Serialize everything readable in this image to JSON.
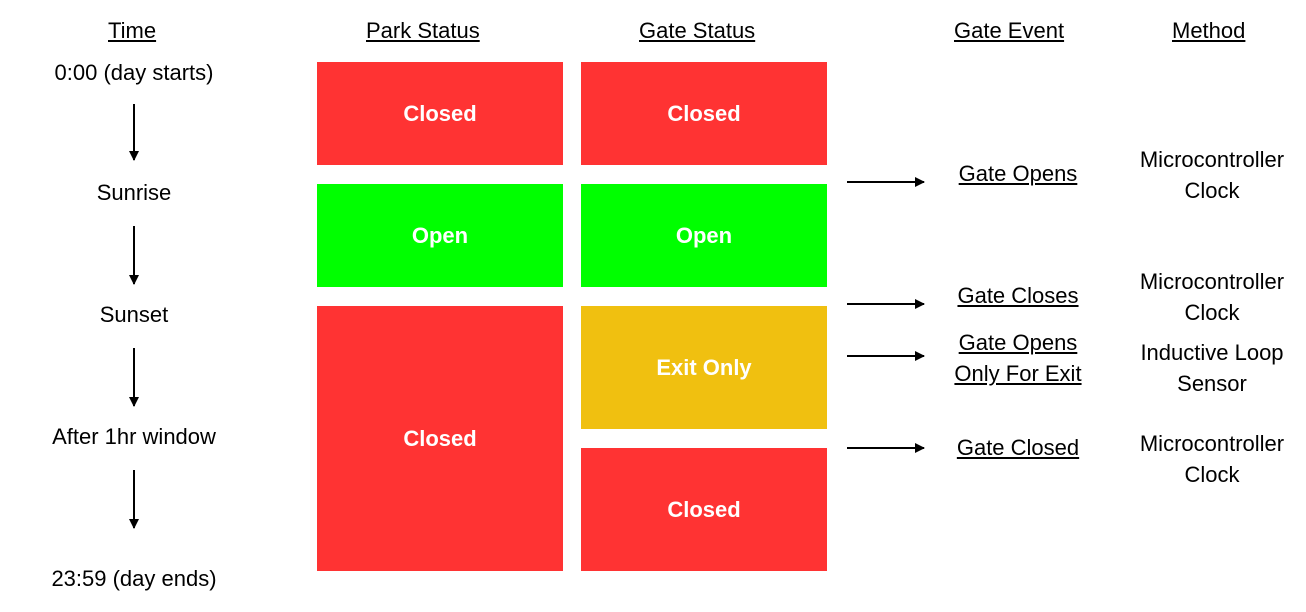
{
  "headers": {
    "time": "Time",
    "park": "Park Status",
    "gate": "Gate Status",
    "event": "Gate Event",
    "method": "Method"
  },
  "timeline": [
    "0:00 (day starts)",
    "Sunrise",
    "Sunset",
    "After 1hr window",
    "23:59 (day ends)"
  ],
  "park_boxes": [
    "Closed",
    "Open",
    "Closed"
  ],
  "gate_boxes": [
    "Closed",
    "Open",
    "Exit Only",
    "Closed"
  ],
  "events": [
    {
      "lines": [
        "Gate Opens"
      ],
      "method": [
        "Microcontroller",
        "Clock"
      ]
    },
    {
      "lines": [
        "Gate Closes"
      ],
      "method": [
        "Microcontroller",
        "Clock"
      ]
    },
    {
      "lines": [
        "Gate Opens",
        "Only For Exit"
      ],
      "method": [
        "Inductive Loop",
        "Sensor"
      ]
    },
    {
      "lines": [
        "Gate Closed"
      ],
      "method": [
        "Microcontroller",
        "Clock"
      ]
    }
  ],
  "colors": {
    "closed": "#ff3333",
    "open": "#00ff00",
    "exit_only": "#f0c010"
  }
}
